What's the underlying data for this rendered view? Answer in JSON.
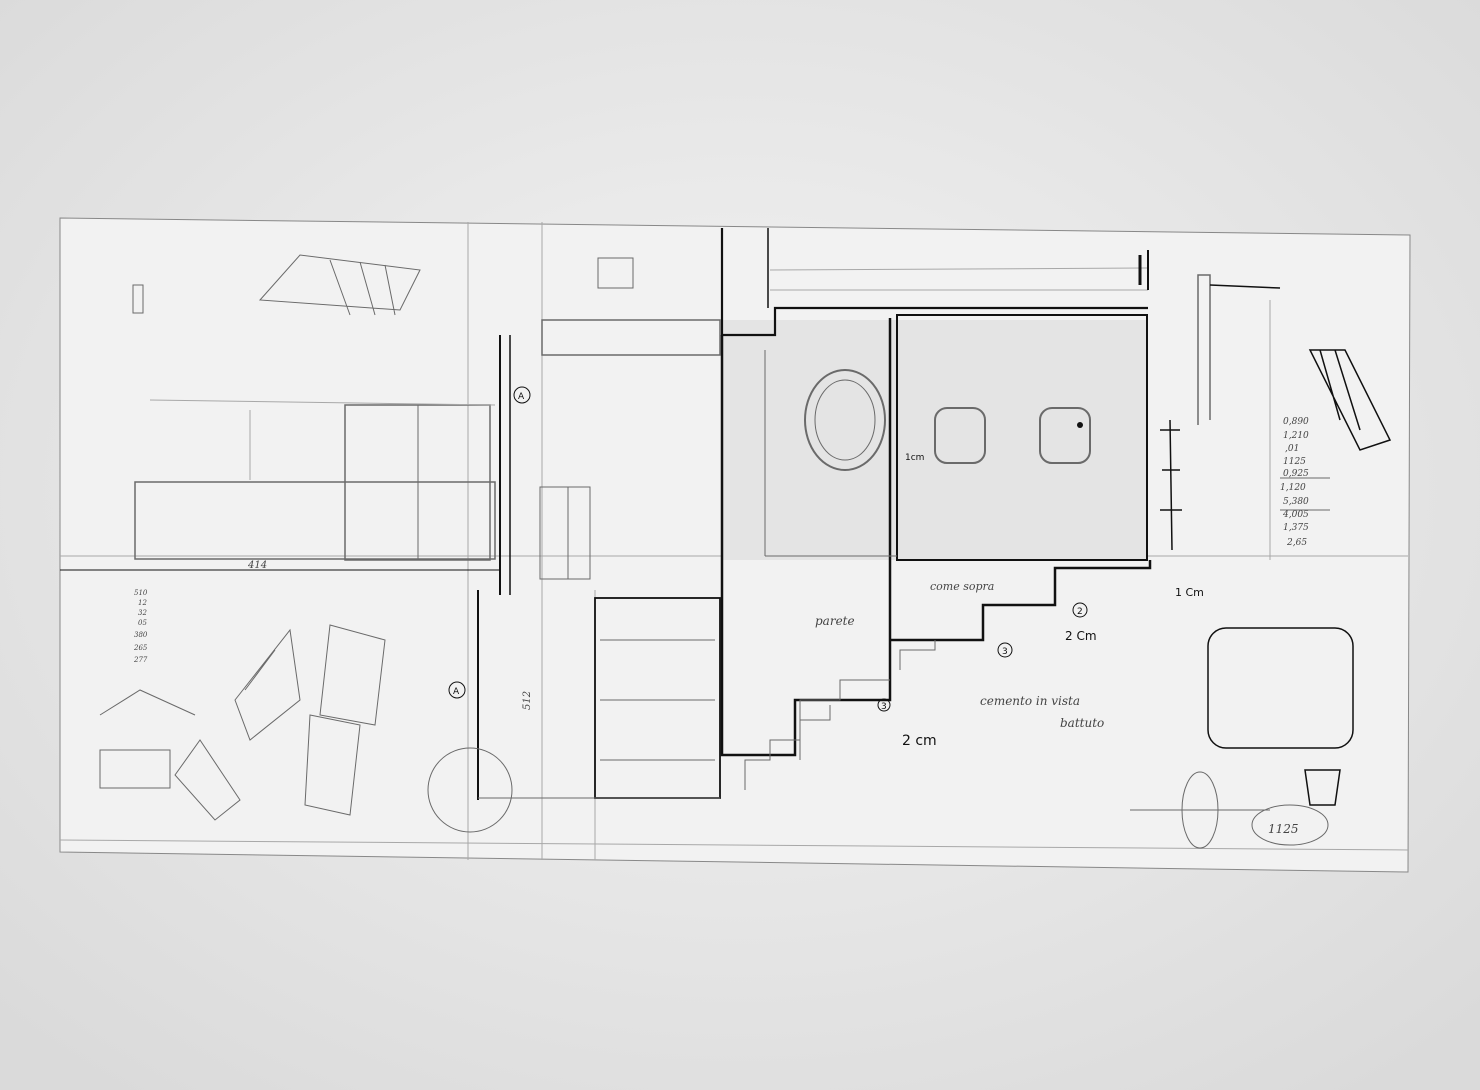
{
  "drawing": {
    "annotations": {
      "parete": "parete",
      "come_sopra": "come sopra",
      "cemento": "cemento in vista",
      "battuto": "battuto",
      "two_cm_a": "2 cm",
      "two_cm_b": "2 Cm",
      "one_cm_a": "1 Cm",
      "one_cm_b": "1cm",
      "dim_414": "414",
      "dim_512": "512",
      "dim_1125": "1125",
      "circle_3a": "3",
      "circle_3b": "3",
      "circle_2": "2",
      "circle_a": "A",
      "circle_b": "A"
    },
    "calc_right": [
      "0,890",
      "1,210",
      ",01",
      "1125",
      "0,925",
      "1,120",
      "5,380",
      "4,005",
      "1,375",
      "2,65"
    ],
    "calc_left": [
      "510",
      "12",
      "32",
      "05",
      "380",
      "265",
      "277"
    ]
  }
}
